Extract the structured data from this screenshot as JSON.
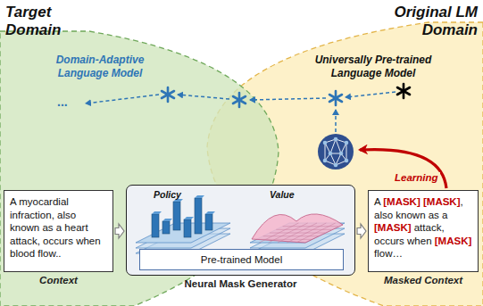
{
  "diagram": {
    "nodes": [
      {
        "text": [
          "A myocardial infraction, also known as a heart attack, occurs when blood flow..",
          "Context"
        ]
      },
      {
        "text": [
          "Neural Mask Generator"
        ]
      },
      {
        "text": [
          "Pre-trained Model"
        ],
        "in": 1
      },
      {
        "text": [
          "A [MASK] [MASK], also known as a [MASK] attack, occurs when [MASK] flow…",
          "Masked Context"
        ]
      }
    ],
    "edges": [
      {
        "from": 0,
        "to": 1,
        "arrow": "to"
      },
      {
        "from": 1,
        "to": 3,
        "arrow": "to"
      }
    ],
    "labels": [
      "Target Domain",
      "Original LM Domain",
      "Domain-Adaptive Language Model",
      "Universally Pre-trained Language Model",
      "...",
      "Learning",
      "Policy",
      "Value"
    ]
  }
}
